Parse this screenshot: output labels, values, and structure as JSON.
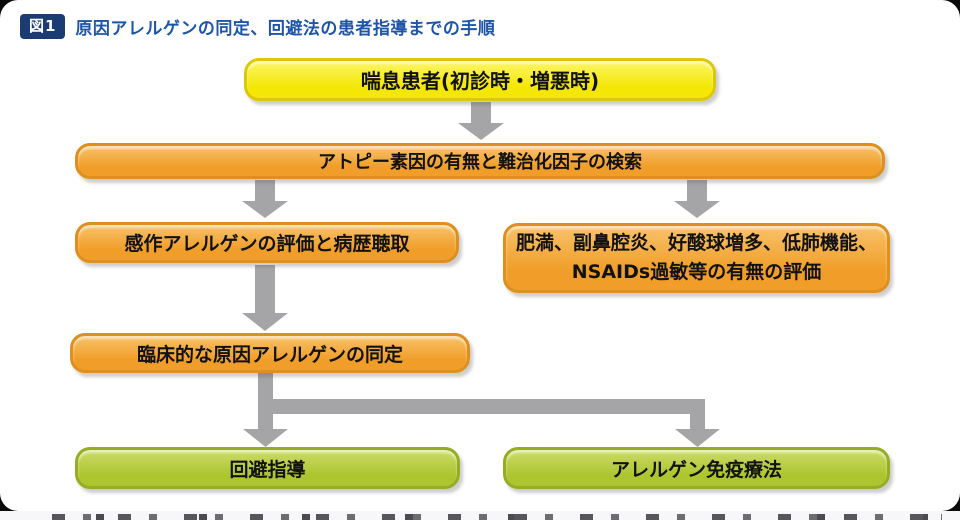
{
  "figure": {
    "badge": "図1",
    "title": "原因アレルゲンの同定、回避法の患者指導までの手順"
  },
  "flowchart": {
    "nodes": [
      {
        "id": "asthma-patient",
        "type": "yellow",
        "label": "喘息患者(初診時・増悪時)"
      },
      {
        "id": "atopy-search",
        "type": "orange",
        "label": "アトピー素因の有無と難治化因子の検索"
      },
      {
        "id": "sensitized-allergen",
        "type": "orange",
        "label": "感作アレルゲンの評価と病歴聴取"
      },
      {
        "id": "comorbidity-evaluation",
        "type": "orange",
        "label_line1": "肥満、副鼻腔炎、好酸球増多、低肺機能、",
        "label_line2": "NSAIDs過敏等の有無の評価"
      },
      {
        "id": "clinical-identification",
        "type": "orange",
        "label": "臨床的な原因アレルゲンの同定"
      },
      {
        "id": "avoidance-guidance",
        "type": "green",
        "label": "回避指導"
      },
      {
        "id": "allergen-immunotherapy",
        "type": "green",
        "label": "アレルゲン免疫療法"
      }
    ]
  },
  "colors": {
    "badge_navy": "#1b3c72",
    "title_blue": "#1d55a8",
    "arrow_gray": "#a5a5a7",
    "yellow_border": "#ddc70a",
    "yellow_fill_top": "#fdf669",
    "yellow_fill": "#f4e705",
    "orange_border": "#dd8f1f",
    "orange_fill_top": "#f8c26a",
    "orange_fill": "#f09e29",
    "green_border": "#94ad25",
    "green_fill_top": "#cbdc6a",
    "green_fill": "#adc52f"
  }
}
